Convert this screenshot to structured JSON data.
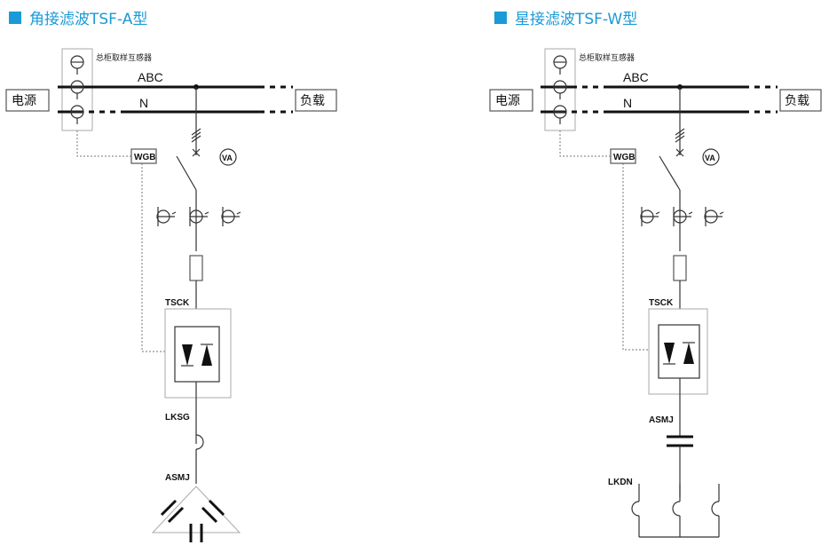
{
  "colors": {
    "title_square": "#1a9ad6",
    "title_text": "#1a9ad6",
    "line": "#333333"
  },
  "left": {
    "title": "角接滤波TSF-A型",
    "sensor_label": "总柜取样互感器",
    "bus_abc": "ABC",
    "bus_n": "N",
    "power_label": "电源",
    "load_label": "负载",
    "wgb_label": "WGB",
    "va_label": "VA",
    "tsck_label": "TSCK",
    "reactor_label": "LKSG",
    "capacitor_label": "ASMJ"
  },
  "right": {
    "title": "星接滤波TSF-W型",
    "sensor_label": "总柜取样互感器",
    "bus_abc": "ABC",
    "bus_n": "N",
    "power_label": "电源",
    "load_label": "负载",
    "wgb_label": "WGB",
    "va_label": "VA",
    "tsck_label": "TSCK",
    "capacitor_label": "ASMJ",
    "reactor_label": "LKDN"
  }
}
